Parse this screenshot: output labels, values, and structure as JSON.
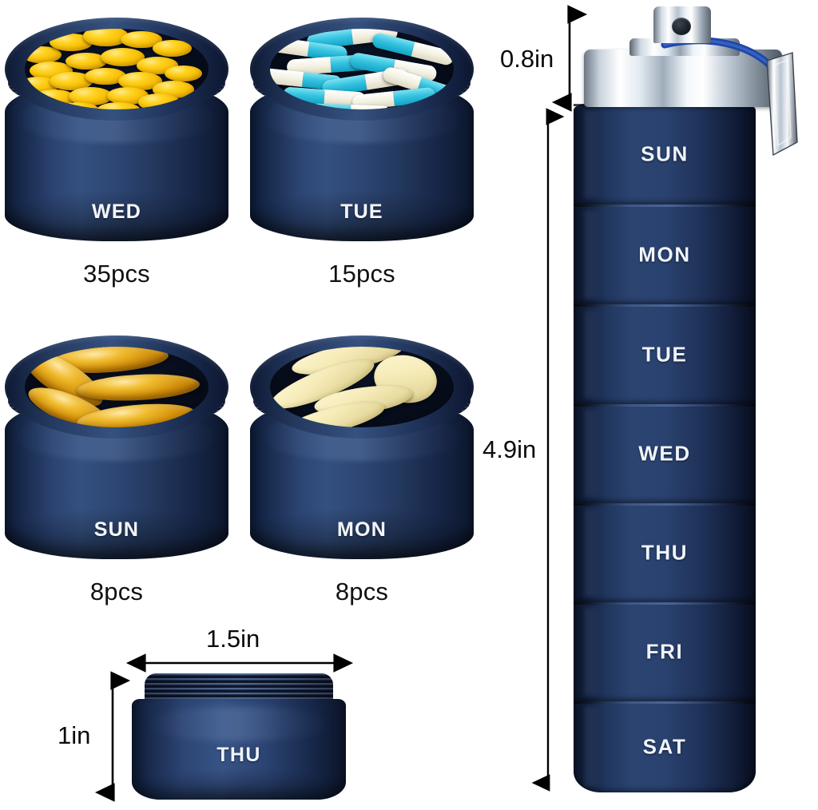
{
  "product": {
    "name": "weekly-stackable-pill-organizer",
    "body_color": "#24395f",
    "cap_color": "#e3eaf1",
    "lanyard_color": "#1f47a8",
    "label_text_color": "#f0f4fb"
  },
  "open_jars": [
    {
      "day": "WED",
      "count_label": "35pcs",
      "pill_type": "round-yellow-tablets",
      "pill_color": "#f7be06"
    },
    {
      "day": "TUE",
      "count_label": "15pcs",
      "pill_type": "cyan-white-capsules",
      "pill_color": "#35c3e0"
    },
    {
      "day": "SUN",
      "count_label": "8pcs",
      "pill_type": "amber-fish-oil-softgels",
      "pill_color": "#cf8c09"
    },
    {
      "day": "MON",
      "count_label": "8pcs",
      "pill_type": "cream-oval-caplets",
      "pill_color": "#f6ecb8"
    }
  ],
  "single_compartment": {
    "day": "THU",
    "width_label": "1.5in",
    "height_label": "1in"
  },
  "tower": {
    "cap_height_label": "0.8in",
    "body_height_label": "4.9in",
    "segments": [
      {
        "day": "SUN"
      },
      {
        "day": "MON"
      },
      {
        "day": "TUE"
      },
      {
        "day": "WED"
      },
      {
        "day": "THU"
      },
      {
        "day": "FRI"
      },
      {
        "day": "SAT"
      }
    ]
  }
}
